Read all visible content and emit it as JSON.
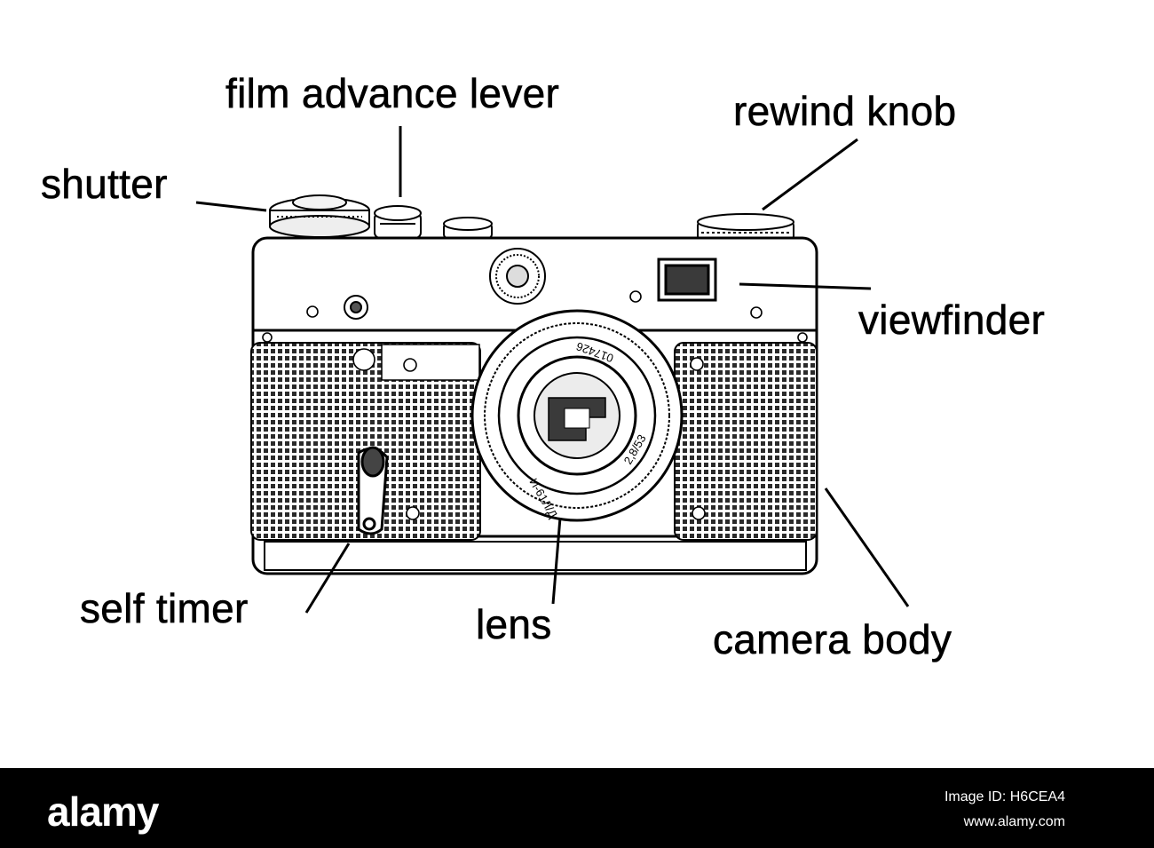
{
  "labels": {
    "film_advance_lever": "film advance lever",
    "rewind_knob": "rewind knob",
    "shutter": "shutter",
    "viewfinder": "viewfinder",
    "self_timer": "self timer",
    "lens": "lens",
    "camera_body": "camera body"
  },
  "lens_engravings": {
    "serial": "017426",
    "model": "И-61Л/Д",
    "spec": "2,8/53"
  },
  "footer": {
    "brand": "alamy",
    "image_id": "Image ID: H6CEA4",
    "url": "www.alamy.com"
  },
  "colors": {
    "ink": "#000000",
    "background": "#ffffff",
    "footer_bg": "#000000",
    "footer_text": "#ffffff"
  }
}
